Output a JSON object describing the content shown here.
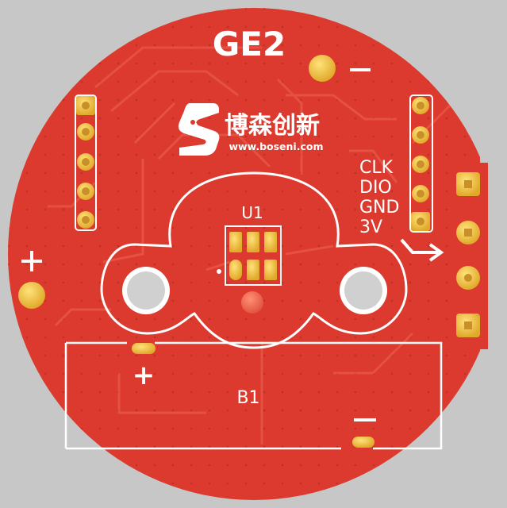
{
  "board": {
    "title": "GE2",
    "brand_cn": "博森创新",
    "brand_url": "www.boseni.com",
    "chip_label": "U1",
    "battery_label": "B1",
    "battery_plus": "+",
    "battery_minus": "−",
    "power_plus": "+",
    "title_minus": "−",
    "pins": [
      "CLK",
      "DIO",
      "GND",
      "3V"
    ]
  },
  "colors": {
    "background": "#c7c7c7",
    "board": "#dc3a2e",
    "trace": "#e24a3c",
    "silkscreen": "#ffffff",
    "pad_gold": "#f0c23a",
    "pad_ring": "#c9902a",
    "test_pad": "#ef6b52"
  }
}
